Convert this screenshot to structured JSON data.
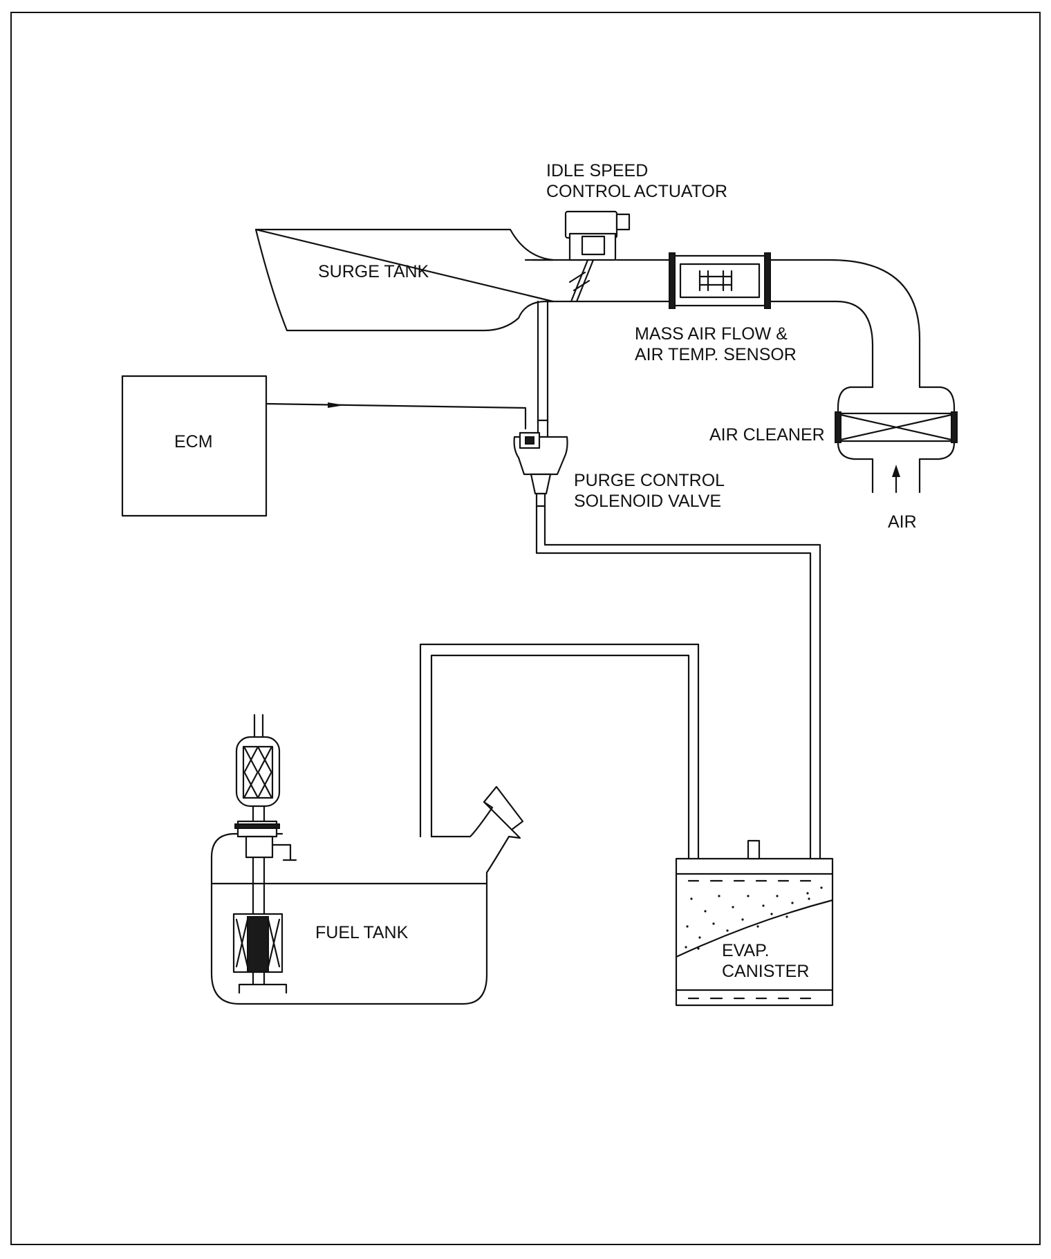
{
  "labels": {
    "idle_speed_line1": "IDLE SPEED",
    "idle_speed_line2": "CONTROL ACTUATOR",
    "surge_tank": "SURGE TANK",
    "maf_line1": "MASS AIR FLOW &",
    "maf_line2": "AIR TEMP. SENSOR",
    "ecm": "ECM",
    "air_cleaner": "AIR CLEANER",
    "purge_line1": "PURGE CONTROL",
    "purge_line2": "SOLENOID VALVE",
    "air": "AIR",
    "fuel_tank": "FUEL TANK",
    "evap_line1": "EVAP.",
    "evap_line2": "CANISTER"
  }
}
